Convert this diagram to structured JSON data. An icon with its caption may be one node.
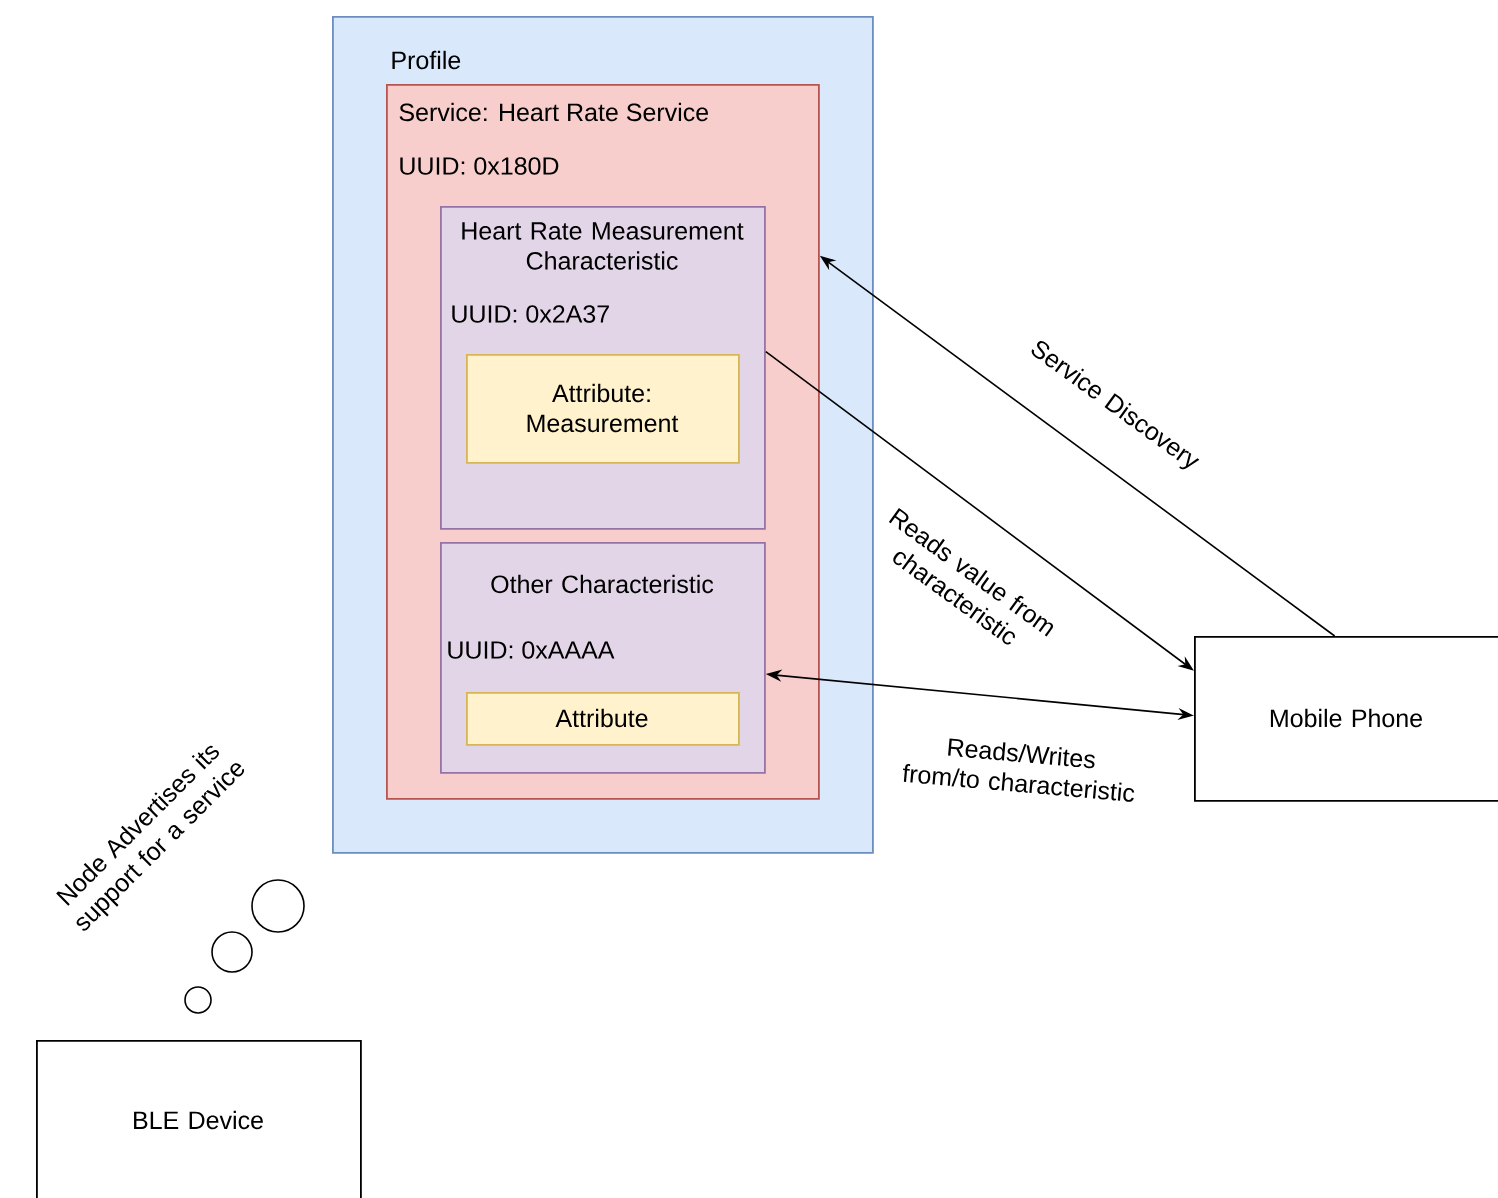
{
  "diagram": {
    "nodes": [
      {
        "text": [
          "Profile"
        ]
      },
      {
        "text": [
          "Service: Heart Rate Service",
          "UUID: 0x180D"
        ],
        "in": 0
      },
      {
        "text": [
          "Heart Rate Measurement Characteristic",
          "UUID: 0x2A37"
        ],
        "in": 1
      },
      {
        "text": [
          "Attribute: Measurement"
        ],
        "in": 2
      },
      {
        "text": [
          "Other Characteristic",
          "UUID: 0xAAAA"
        ],
        "in": 1
      },
      {
        "text": [
          "Attribute"
        ],
        "in": 4
      },
      {
        "text": [
          "Mobile Phone"
        ]
      },
      {
        "text": [
          "BLE Device"
        ]
      }
    ],
    "edges": [
      {
        "from": 6,
        "to": 1,
        "arrow": "to",
        "label": "Service Discovery"
      },
      {
        "from": 2,
        "to": 6,
        "arrow": "to",
        "label": "Reads value from characteristic"
      },
      {
        "from": 4,
        "to": 6,
        "arrow": "both",
        "label": "Reads/Writes from/to characteristic"
      }
    ],
    "labels": [
      "Node Advertises its support for a service"
    ]
  }
}
